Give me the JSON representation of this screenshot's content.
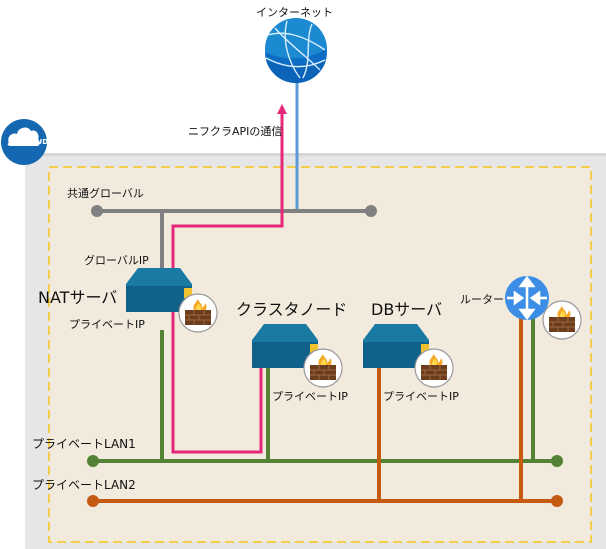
{
  "title": "NIFCLOUD network diagram",
  "colors": {
    "cloud_panel": "#e6e6e6",
    "zone_fill": "#f2ebdd",
    "zone_border": "#f5c518",
    "shared_global": "#808080",
    "internet_link": "#5b9bd5",
    "api_path": "#e6287a",
    "lan1": "#548235",
    "lan2": "#c55a11",
    "server": "#1a6f94",
    "router": "#3b8de6"
  },
  "logo": {
    "text": "NIFCLOUD",
    "icon": "nifcloud-logo-icon"
  },
  "internet": {
    "label": "インターネット",
    "icon": "globe-icon"
  },
  "api_path": {
    "label": "ニフクラAPIの通信",
    "icon": "arrow-up-icon"
  },
  "networks": {
    "shared_global": {
      "label": "共通グローバル"
    },
    "lan1": {
      "label": "プライベートLAN1"
    },
    "lan2": {
      "label": "プライベートLAN2"
    }
  },
  "nodes": {
    "nat": {
      "label": "NATサーバ",
      "global_ip": "グローバルIP",
      "private_ip": "プライベートIP",
      "icon": "server-icon",
      "firewall_icon": "firewall-icon"
    },
    "cluster": {
      "label": "クラスタノード",
      "private_ip": "プライベートIP",
      "icon": "server-icon",
      "firewall_icon": "firewall-icon"
    },
    "db": {
      "label": "DBサーバ",
      "private_ip": "プライベートIP",
      "icon": "server-icon",
      "firewall_icon": "firewall-icon"
    },
    "router": {
      "label": "ルーター",
      "icon": "router-icon",
      "firewall_icon": "firewall-icon"
    }
  }
}
